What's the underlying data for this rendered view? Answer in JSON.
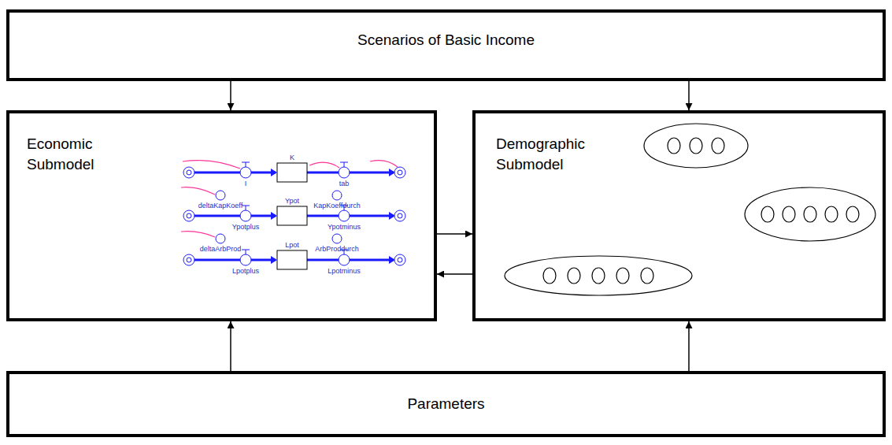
{
  "diagram": {
    "nodes": [
      {
        "text": [
          "Scenarios of Basic Income"
        ]
      },
      {
        "text": [
          "Economic Submodel"
        ]
      },
      {
        "text": [
          "Demographic Submodel"
        ]
      },
      {
        "text": [
          "Parameters"
        ]
      }
    ],
    "edges": [
      {
        "from": 0,
        "to": 1,
        "arrow": "to"
      },
      {
        "from": 0,
        "to": 2,
        "arrow": "to"
      },
      {
        "from": 1,
        "to": 2,
        "arrow": "to"
      },
      {
        "from": 2,
        "to": 1,
        "arrow": "to"
      },
      {
        "from": 3,
        "to": 1,
        "arrow": "to"
      },
      {
        "from": 3,
        "to": 2,
        "arrow": "to"
      }
    ],
    "labels": [
      "K",
      "I",
      "tab",
      "deltaKapKoeff",
      "KapKoeffdurch",
      "Ypot",
      "Ypotplus",
      "Ypotminus",
      "deltaArbProd",
      "ArbProddurch",
      "Lpot",
      "Lpotplus",
      "Lpotminus"
    ]
  }
}
